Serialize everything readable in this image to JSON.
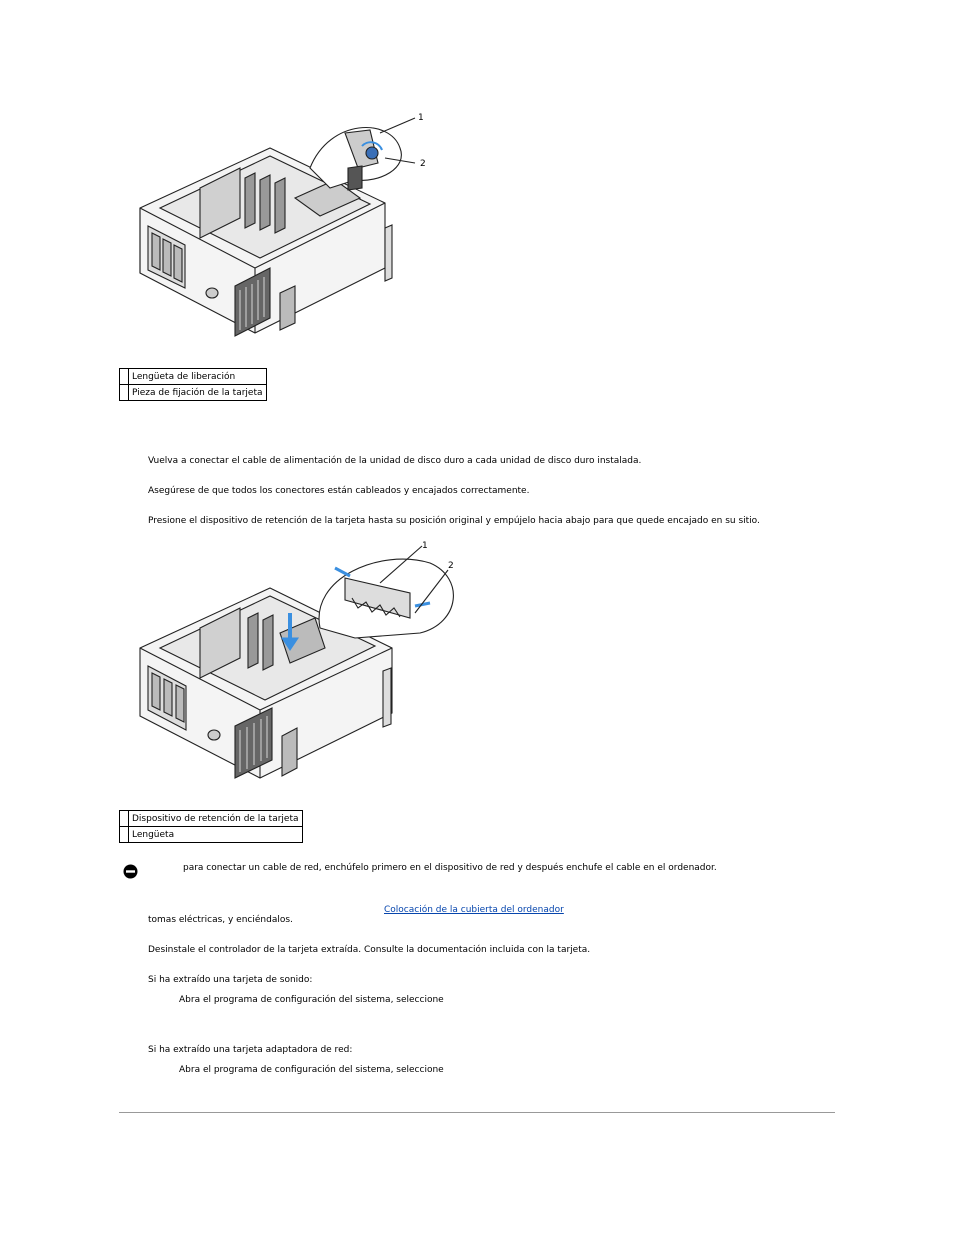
{
  "figure1": {
    "callouts": [
      "1",
      "2"
    ],
    "legend": [
      {
        "num": "",
        "text": "Lengüeta de liberación"
      },
      {
        "num": "",
        "text": "Pieza de fijación de la tarjeta"
      }
    ]
  },
  "steps_a": [
    "Vuelva a conectar el cable de alimentación de la unidad de disco duro a cada unidad de disco duro instalada.",
    "Asegúrese de que todos los conectores están cableados y encajados correctamente.",
    "Presione el dispositivo de retención de la tarjeta hasta su posición original y empújelo hacia abajo para que quede encajado en su sitio."
  ],
  "figure2": {
    "callouts": [
      "1",
      "2"
    ],
    "legend": [
      {
        "num": "",
        "text": "Dispositivo de retención de la tarjeta"
      },
      {
        "num": "",
        "text": "Lengüeta"
      }
    ]
  },
  "notice": {
    "icon": "notice-icon",
    "text": "para conectar un cable de red, enchúfelo primero en el dispositivo de red y después enchufe el cable en el ordenador."
  },
  "cover_link": "Colocación de la cubierta del ordenador",
  "outlets_text": "tomas eléctricas, y enciéndalos.",
  "steps_b": [
    "Desinstale el controlador de la tarjeta extraída. Consulte la documentación incluida con la tarjeta.",
    "Si ha extraído una tarjeta de sonido:",
    "Abra el programa de configuración del sistema, seleccione",
    "Si ha extraído una tarjeta adaptadora de red:",
    "Abra el programa de configuración del sistema, seleccione"
  ]
}
